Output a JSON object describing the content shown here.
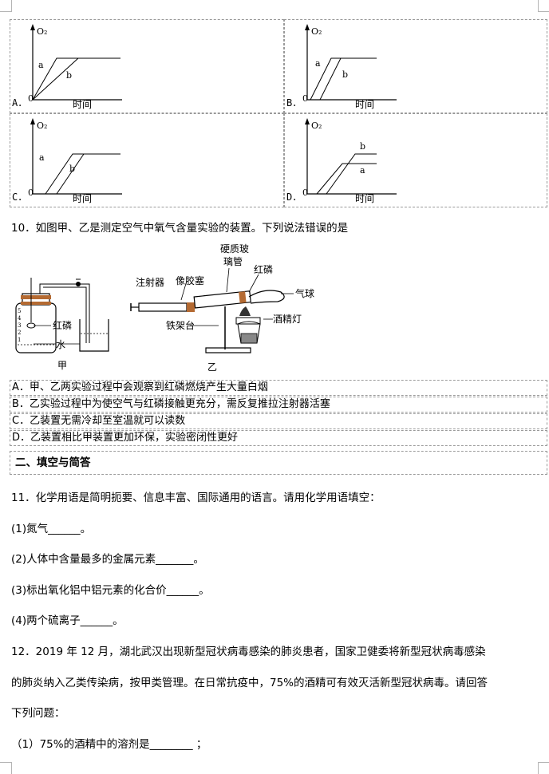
{
  "q9_options": [
    {
      "letter": "A．",
      "y_axis": "O₂",
      "x_axis": "时间",
      "origin": "0",
      "curve_a": "a",
      "curve_b": "b"
    },
    {
      "letter": "B．",
      "y_axis": "O₂",
      "x_axis": "时间",
      "origin": "0",
      "curve_a": "a",
      "curve_b": "b"
    },
    {
      "letter": "C．",
      "y_axis": "O₂",
      "x_axis": "时间",
      "origin": "0",
      "curve_a": "a",
      "curve_b": "b"
    },
    {
      "letter": "D．",
      "y_axis": "O₂",
      "x_axis": "时间",
      "origin": "0",
      "curve_a": "a",
      "curve_b": "b"
    }
  ],
  "q10": {
    "stem": "10．如图甲、乙是测定空气中氧气含量实验的装置。下列说法错误的是",
    "figure": {
      "jia": {
        "caption": "甲",
        "red_phosphorus": "红磷",
        "water": "水",
        "scale_marks": [
          "5",
          "4",
          "3",
          "2",
          "1"
        ]
      },
      "yi": {
        "caption": "乙",
        "glass_tube_1": "硬质玻",
        "glass_tube_2": "璃管",
        "red_phosphorus": "红磷",
        "syringe": "注射器",
        "rubber_stopper": "像胶塞",
        "balloon": "气球",
        "iron_stand": "铁架台",
        "alcohol_lamp": "酒精灯"
      }
    },
    "choices": [
      "A．甲、乙两实验过程中会观察到红磷燃烧产生大量白烟",
      "B．乙实验过程中为使空气与红磷接触更充分，需反复推拉注射器活塞",
      "C．乙装置无需冷却至室温就可以读数",
      "D．乙装置相比甲装置更加环保，实验密闭性更好"
    ]
  },
  "section_title": "二、填空与简答",
  "q11": {
    "stem": "11．化学用语是简明扼要、信息丰富、国际通用的语言。请用化学用语填空：",
    "items": [
      "(1)氮气______。",
      "(2)人体中含量最多的金属元素_______。",
      "(3)标出氧化铝中铝元素的化合价______。",
      "(4)两个硫离子______。"
    ]
  },
  "q12": {
    "line1": "12．2019 年 12 月，湖北武汉出现新型冠状病毒感染的肺炎患者，国家卫健委将新型冠状病毒感染",
    "line2": "的肺炎纳入乙类传染病，按甲类管理。在日常抗疫中，75%的酒精可有效灭活新型冠状病毒。请回答",
    "line3": "下列问题：",
    "sub1": "（1）75%的酒精中的溶剂是________      ；"
  }
}
